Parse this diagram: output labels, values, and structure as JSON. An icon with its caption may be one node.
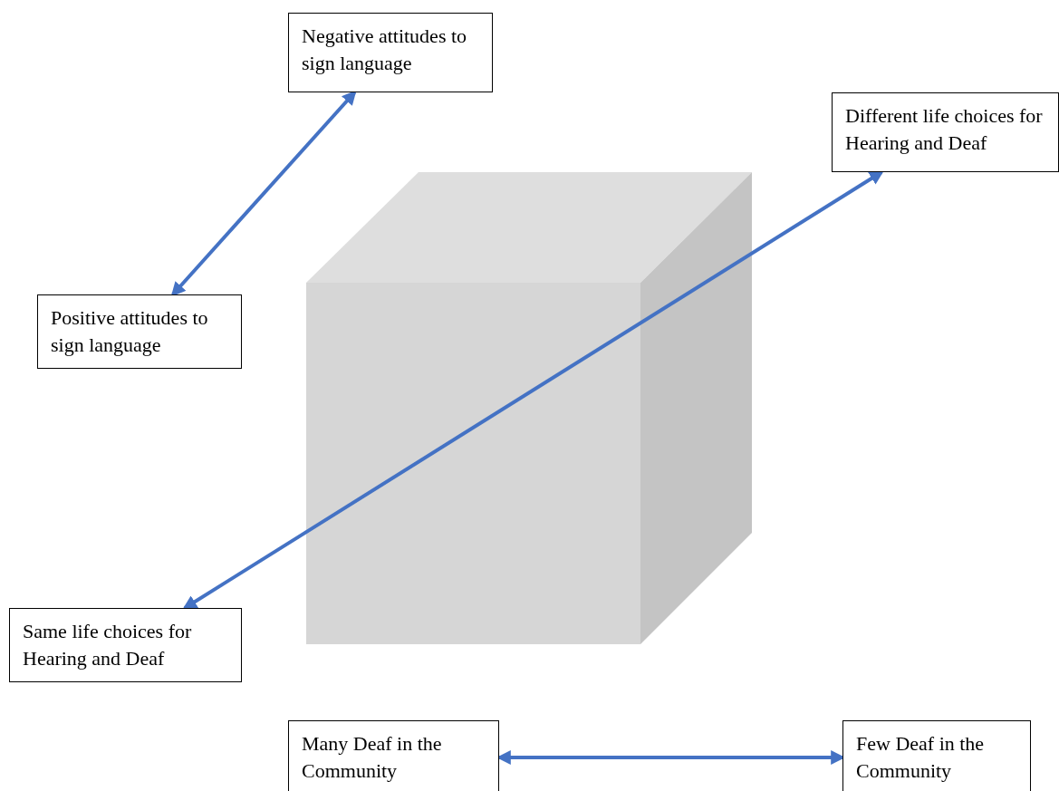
{
  "diagram": {
    "nodes": [
      {
        "text": [
          "Negative attitudes to sign language"
        ]
      },
      {
        "text": [
          "Different life choices for Hearing and Deaf"
        ]
      },
      {
        "text": [
          "Positive attitudes to sign language"
        ]
      },
      {
        "text": [
          "Same life choices for Hearing and Deaf"
        ]
      },
      {
        "text": [
          "Many Deaf in the Community"
        ]
      },
      {
        "text": [
          "Few Deaf in the Community"
        ]
      }
    ],
    "edges": [
      {
        "from": 2,
        "to": 0,
        "arrow": "both"
      },
      {
        "from": 3,
        "to": 1,
        "arrow": "both"
      },
      {
        "from": 4,
        "to": 5,
        "arrow": "both"
      }
    ]
  }
}
